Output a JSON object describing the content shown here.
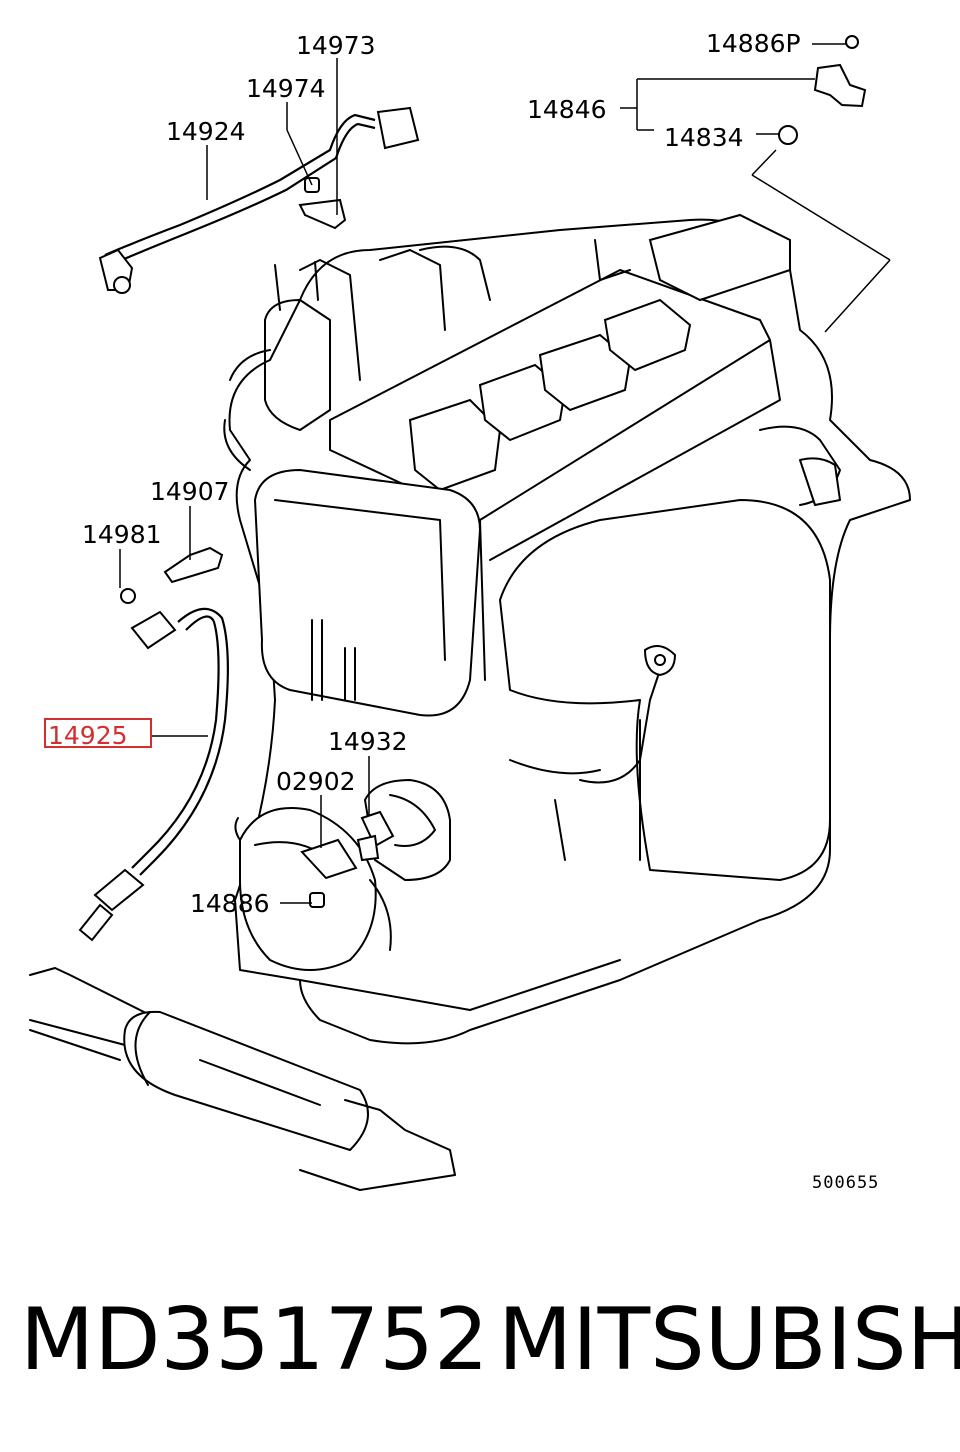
{
  "diagram": {
    "callouts": [
      {
        "id": "c14973",
        "text": "14973"
      },
      {
        "id": "c14974",
        "text": "14974"
      },
      {
        "id": "c14924",
        "text": "14924"
      },
      {
        "id": "c14886P",
        "text": "14886P"
      },
      {
        "id": "c14846",
        "text": "14846"
      },
      {
        "id": "c14834",
        "text": "14834"
      },
      {
        "id": "c14907",
        "text": "14907"
      },
      {
        "id": "c14981",
        "text": "14981"
      },
      {
        "id": "c14925",
        "text": "14925",
        "highlighted": true
      },
      {
        "id": "c14932",
        "text": "14932"
      },
      {
        "id": "c02902",
        "text": "02902"
      },
      {
        "id": "c14886",
        "text": "14886"
      }
    ],
    "reference_code": "500655",
    "highlight_color": "#d32f2f"
  },
  "caption": {
    "part_number": "MD351752",
    "brand": "MITSUBISHI"
  }
}
